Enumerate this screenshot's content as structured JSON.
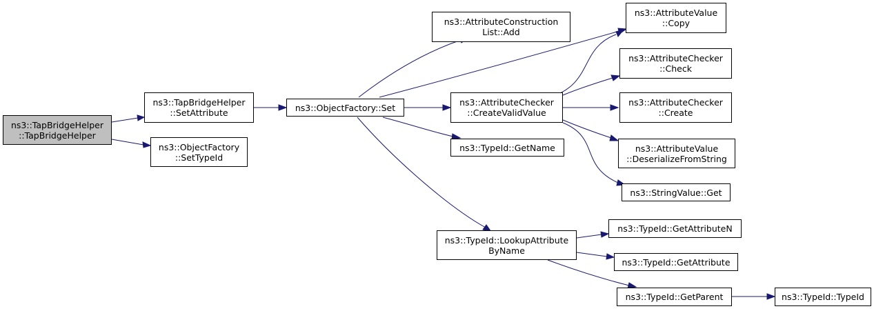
{
  "colors": {
    "edge": "#191970",
    "root_fill": "#bfbfbf",
    "node_fill": "#ffffff"
  },
  "nodes": {
    "tbh_ctor": {
      "l1": "ns3::TapBridgeHelper",
      "l2": "::TapBridgeHelper"
    },
    "tbh_setattr": {
      "l1": "ns3::TapBridgeHelper",
      "l2": "::SetAttribute"
    },
    "of_settypeid": {
      "l1": "ns3::ObjectFactory",
      "l2": "::SetTypeId"
    },
    "of_set": {
      "l1": "ns3::ObjectFactory::Set"
    },
    "acl_add": {
      "l1": "ns3::AttributeConstruction",
      "l2": "List::Add"
    },
    "ac_cvv": {
      "l1": "ns3::AttributeChecker",
      "l2": "::CreateValidValue"
    },
    "tid_getname": {
      "l1": "ns3::TypeId::GetName"
    },
    "tid_lookup": {
      "l1": "ns3::TypeId::LookupAttribute",
      "l2": "ByName"
    },
    "av_copy": {
      "l1": "ns3::AttributeValue",
      "l2": "::Copy"
    },
    "ac_check": {
      "l1": "ns3::AttributeChecker",
      "l2": "::Check"
    },
    "ac_create": {
      "l1": "ns3::AttributeChecker",
      "l2": "::Create"
    },
    "av_deser": {
      "l1": "ns3::AttributeValue",
      "l2": "::DeserializeFromString"
    },
    "sv_get": {
      "l1": "ns3::StringValue::Get"
    },
    "tid_getattrn": {
      "l1": "ns3::TypeId::GetAttributeN"
    },
    "tid_getattr": {
      "l1": "ns3::TypeId::GetAttribute"
    },
    "tid_getparent": {
      "l1": "ns3::TypeId::GetParent"
    },
    "tid_typeid": {
      "l1": "ns3::TypeId::TypeId"
    }
  }
}
